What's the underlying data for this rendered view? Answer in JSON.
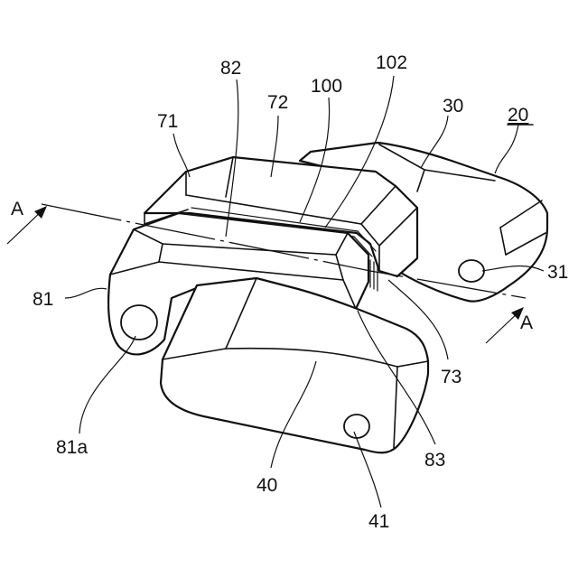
{
  "labels": {
    "l20": "20",
    "l30": "30",
    "l31": "31",
    "l40": "40",
    "l41": "41",
    "l71": "71",
    "l72": "72",
    "l73": "73",
    "l81": "81",
    "l81a": "81a",
    "l82": "82",
    "l83": "83",
    "l100": "100",
    "l102": "102",
    "sectionA_left": "A",
    "sectionA_right": "A"
  },
  "colors": {
    "line": "#111111",
    "background": "#ffffff"
  }
}
